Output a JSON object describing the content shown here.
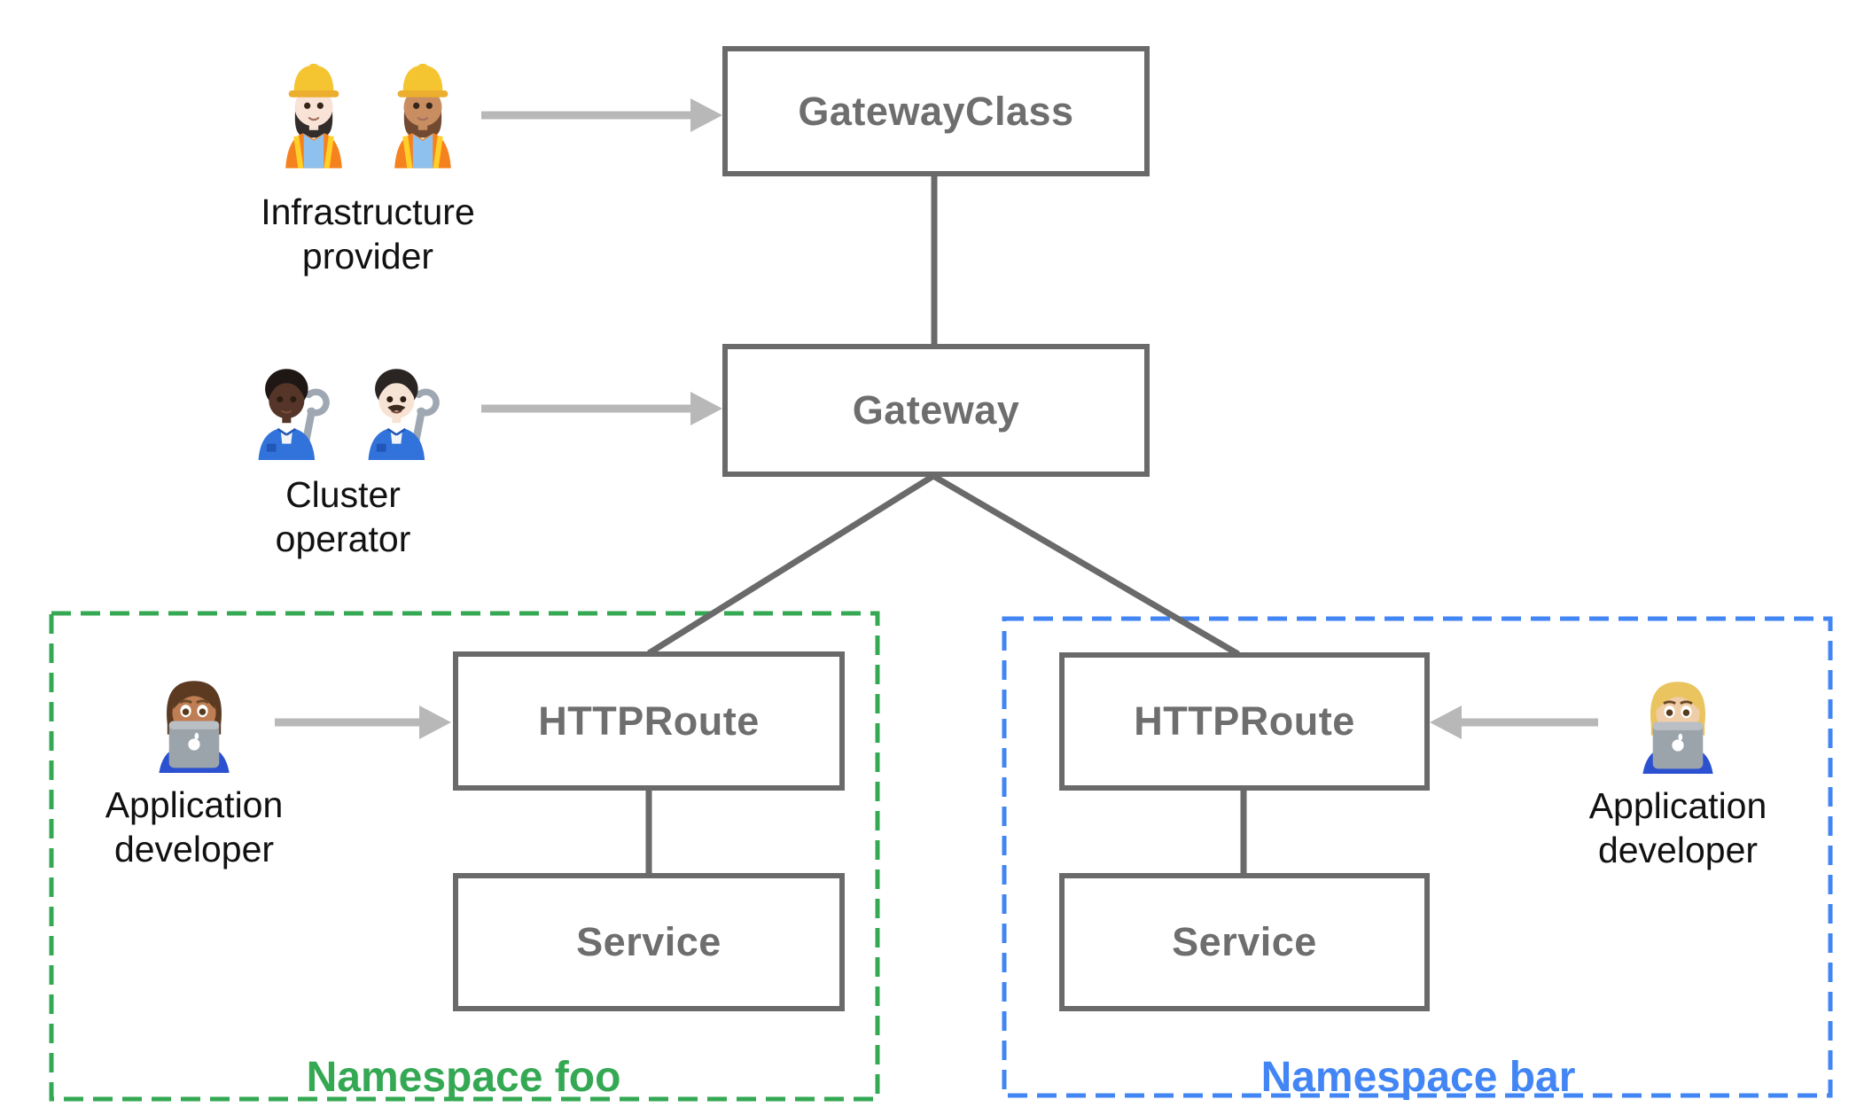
{
  "nodes": {
    "gateway_class": {
      "label": "GatewayClass"
    },
    "gateway": {
      "label": "Gateway"
    },
    "httproute_foo": {
      "label": "HTTPRoute"
    },
    "service_foo": {
      "label": "Service"
    },
    "httproute_bar": {
      "label": "HTTPRoute"
    },
    "service_bar": {
      "label": "Service"
    }
  },
  "namespaces": {
    "foo": {
      "label": "Namespace foo",
      "color": "#34a853"
    },
    "bar": {
      "label": "Namespace bar",
      "color": "#4285f4"
    }
  },
  "personas": {
    "infrastructure_provider": {
      "line1": "Infrastructure",
      "line2": "provider",
      "icons": [
        "woman-construction-worker-light-icon",
        "woman-construction-worker-medium-icon"
      ]
    },
    "cluster_operator": {
      "line1": "Cluster",
      "line2": "operator",
      "icons": [
        "mechanic-dark-icon",
        "man-mechanic-light-icon"
      ]
    },
    "application_developer_foo": {
      "line1": "Application",
      "line2": "developer",
      "icons": [
        "man-technologist-icon"
      ]
    },
    "application_developer_bar": {
      "line1": "Application",
      "line2": "developer",
      "icons": [
        "woman-technologist-icon"
      ]
    }
  },
  "colors": {
    "node_border": "#6a6a6a",
    "node_text": "#6e6e6e",
    "connector": "#6a6a6a",
    "arrow": "#b8b8b8",
    "persona_text": "#111111",
    "namespace_foo": "#34a853",
    "namespace_bar": "#4285f4",
    "background": "#ffffff"
  }
}
